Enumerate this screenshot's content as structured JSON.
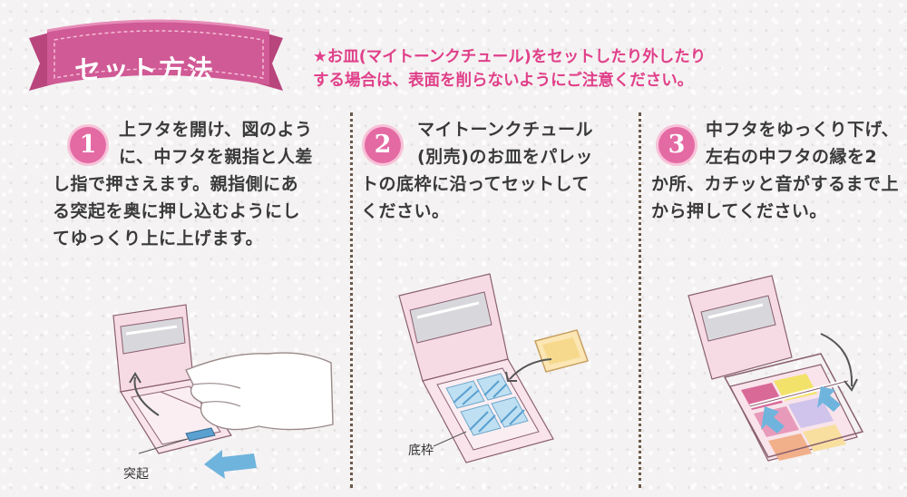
{
  "header": {
    "title": "セット方法",
    "note_lines": [
      "★お皿(マイトーンクチュール)をセットしたり外したり",
      "する場合は、表面を削らないようにご注意ください。"
    ]
  },
  "steps": [
    {
      "number": "1",
      "lines": [
        "上フタを開け、図のよう",
        "に、中フタを親指と人差",
        "し指で押さえます。親指側にあ",
        "る突起を奥に押し込むようにし",
        "てゆっくり上に上げます。"
      ],
      "figure_label": "突起"
    },
    {
      "number": "2",
      "lines": [
        "マイトーンクチュール",
        "(別売)のお皿をパレッ",
        "トの底枠に沿ってセットして",
        "ください。"
      ],
      "figure_label": "底枠"
    },
    {
      "number": "3",
      "lines": [
        "中フタをゆっくり下げ、",
        "左右の中フタの縁を2",
        "か所、カチッと音がするまで上",
        "から押してください。"
      ]
    }
  ],
  "colors": {
    "accent_pink": "#e0408a",
    "ribbon_pink": "#d05a95",
    "number_pink": "#e46aa4",
    "arrow_blue": "#6fb4dd",
    "case_pink": "#f7dbe4"
  },
  "icons": [
    "ribbon-banner",
    "curved-arrow-icon",
    "push-arrow-icon"
  ]
}
